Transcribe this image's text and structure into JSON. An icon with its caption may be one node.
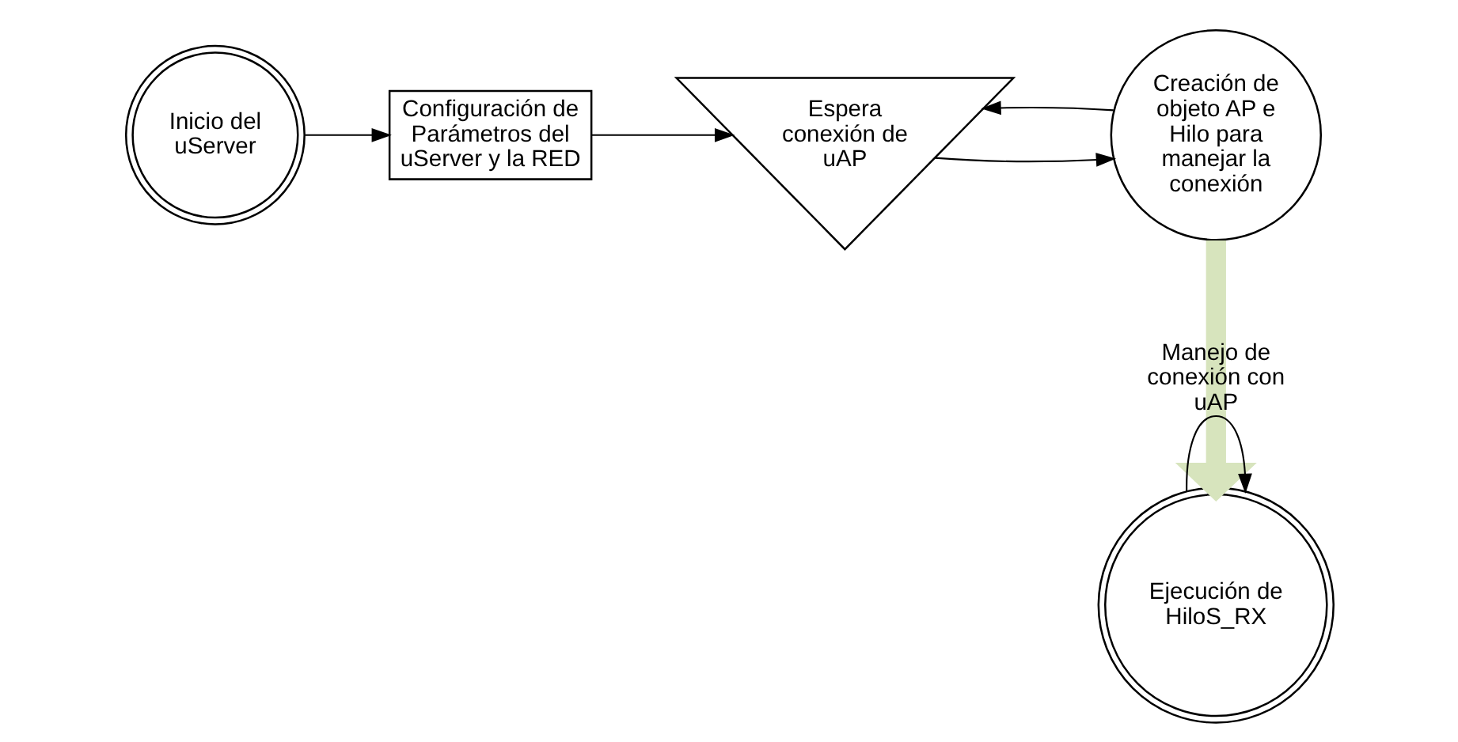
{
  "diagram": {
    "nodes": [
      {
        "text": [
          "Inicio del uServer"
        ]
      },
      {
        "text": [
          "Configuración de Parámetros del uServer y la RED"
        ]
      },
      {
        "text": [
          "Espera conexión de uAP"
        ]
      },
      {
        "text": [
          "Creación de objeto AP e Hilo para manejar la conexión"
        ]
      },
      {
        "text": [
          "Ejecución de HiloS_RX"
        ]
      }
    ],
    "edges": [
      {
        "from": 0,
        "to": 1,
        "arrow": "to"
      },
      {
        "from": 1,
        "to": 2,
        "arrow": "to"
      },
      {
        "from": 2,
        "to": 3,
        "arrow": "to"
      },
      {
        "from": 3,
        "to": 2,
        "arrow": "to"
      },
      {
        "from": 3,
        "to": 4,
        "arrow": "to",
        "style": "thick",
        "color": "#d7e4bd"
      },
      {
        "from": 4,
        "to": 4,
        "arrow": "to",
        "label": "Manejo de conexión con uAP"
      }
    ]
  }
}
